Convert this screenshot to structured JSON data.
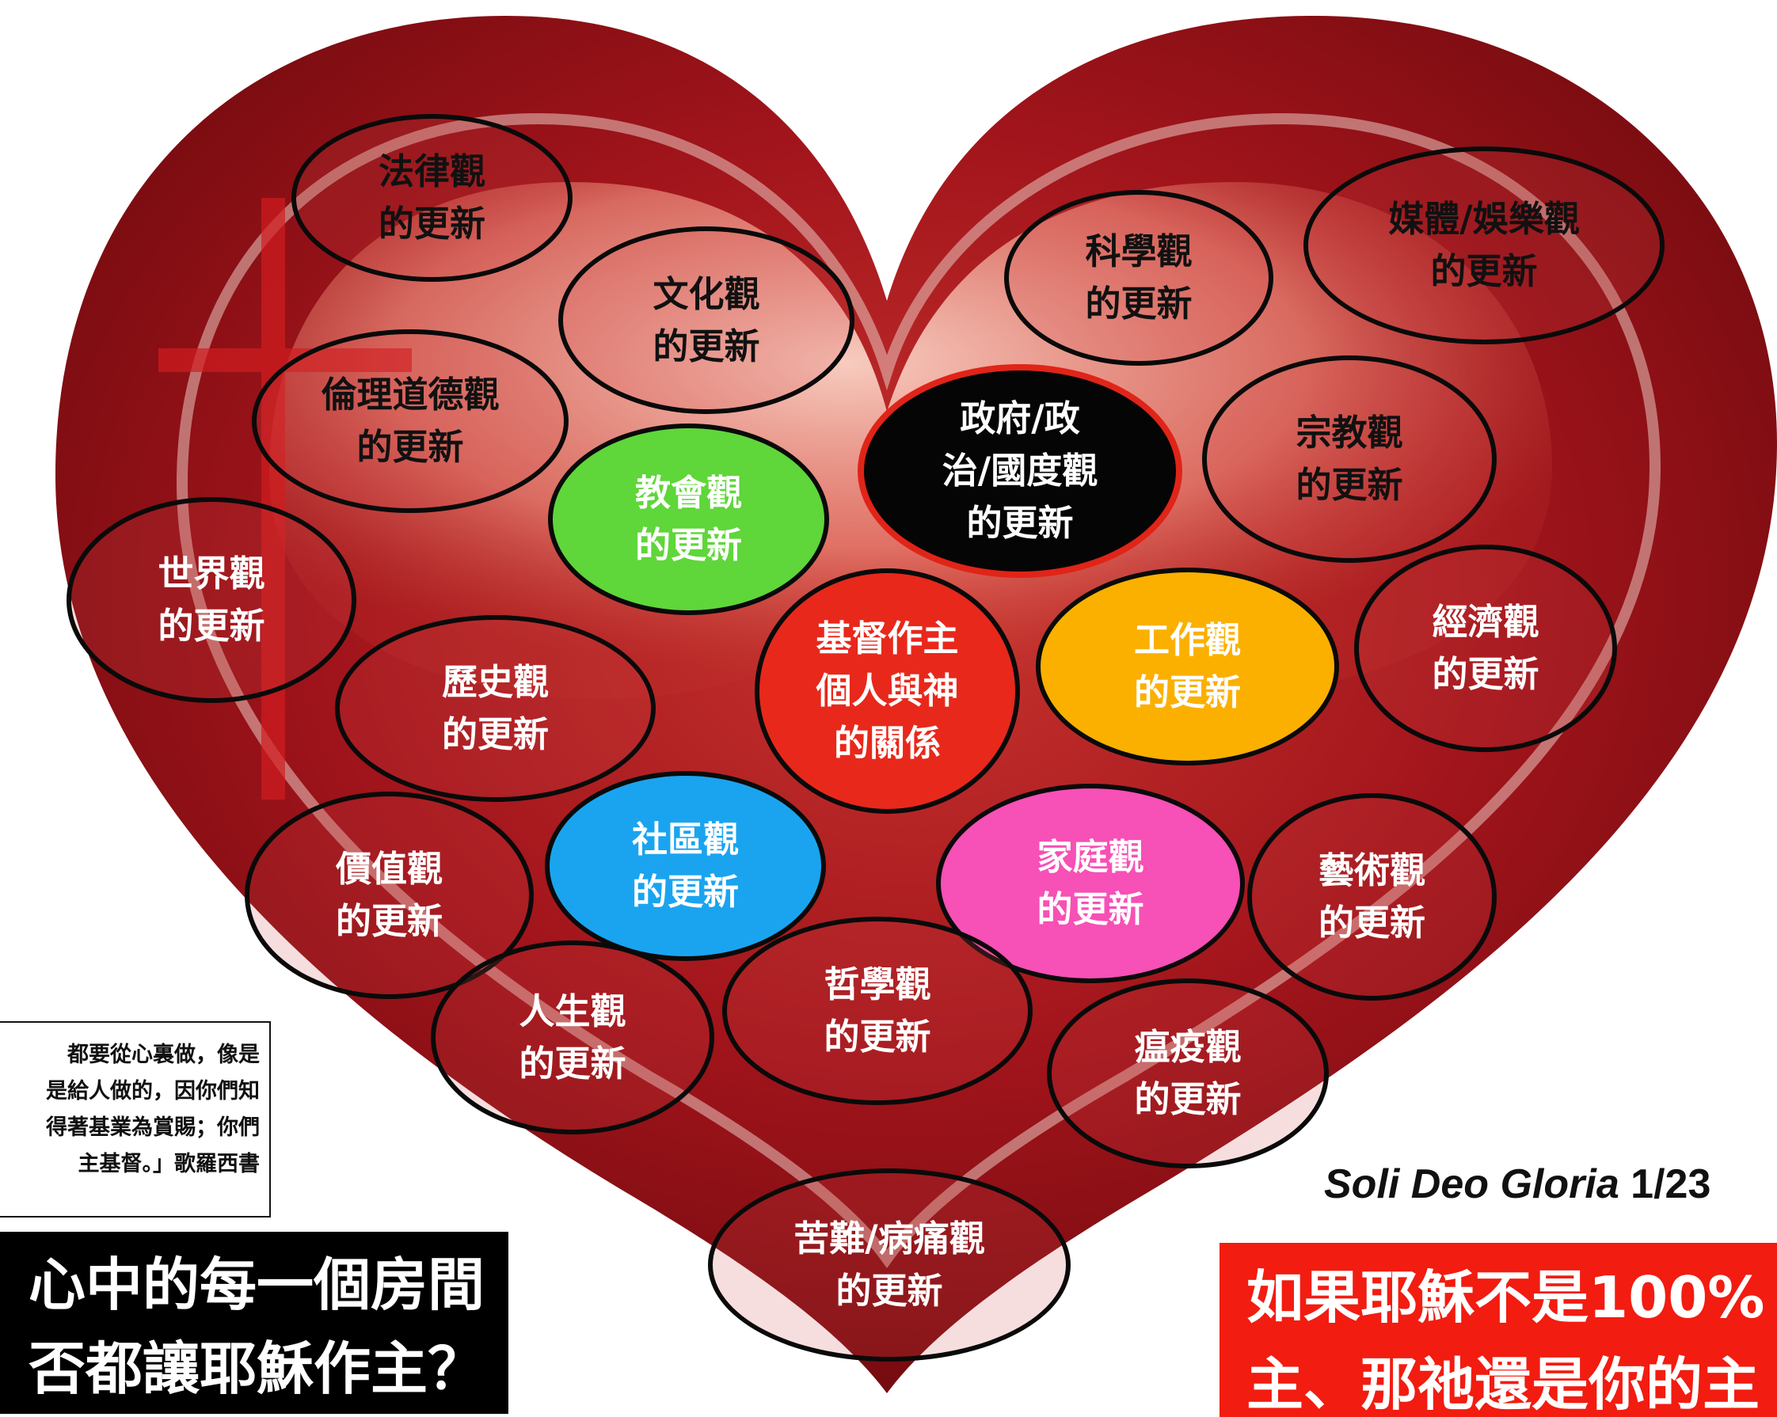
{
  "bubbles": [
    {
      "id": "law",
      "text": "法律觀\n的更新",
      "style": "plain",
      "tone": "light"
    },
    {
      "id": "culture",
      "text": "文化觀\n的更新",
      "style": "plain",
      "tone": "light"
    },
    {
      "id": "science",
      "text": "科學觀\n的更新",
      "style": "plain",
      "tone": "light"
    },
    {
      "id": "media",
      "text": "媒體/娛樂觀\n的更新",
      "style": "plain",
      "tone": "light"
    },
    {
      "id": "ethics",
      "text": "倫理道德觀\n的更新",
      "style": "plain",
      "tone": "light"
    },
    {
      "id": "government",
      "text": "政府/政\n治/國度觀\n的更新",
      "style": "black",
      "tone": "dark"
    },
    {
      "id": "religion",
      "text": "宗教觀\n的更新",
      "style": "plain",
      "tone": "light"
    },
    {
      "id": "church",
      "text": "教會觀\n的更新",
      "style": "green",
      "tone": "dark"
    },
    {
      "id": "world",
      "text": "世界觀\n的更新",
      "style": "plain",
      "tone": "dark"
    },
    {
      "id": "history",
      "text": "歷史觀\n的更新",
      "style": "plain",
      "tone": "dark"
    },
    {
      "id": "christ",
      "text": "基督作主\n個人與神\n的關係",
      "style": "red",
      "tone": "dark"
    },
    {
      "id": "work",
      "text": "工作觀\n的更新",
      "style": "orange",
      "tone": "dark"
    },
    {
      "id": "economy",
      "text": "經濟觀\n的更新",
      "style": "plain",
      "tone": "dark"
    },
    {
      "id": "values",
      "text": "價值觀\n的更新",
      "style": "plain",
      "tone": "dark"
    },
    {
      "id": "community",
      "text": "社區觀\n的更新",
      "style": "blue",
      "tone": "dark"
    },
    {
      "id": "family",
      "text": "家庭觀\n的更新",
      "style": "pink",
      "tone": "dark"
    },
    {
      "id": "art",
      "text": "藝術觀\n的更新",
      "style": "plain",
      "tone": "dark"
    },
    {
      "id": "life",
      "text": "人生觀\n的更新",
      "style": "plain",
      "tone": "dark"
    },
    {
      "id": "philosophy",
      "text": "哲學觀\n的更新",
      "style": "plain",
      "tone": "dark"
    },
    {
      "id": "plague",
      "text": "瘟疫觀\n的更新",
      "style": "plain",
      "tone": "dark"
    },
    {
      "id": "suffering",
      "text": "苦難/病痛觀\n的更新",
      "style": "plain",
      "tone": "dark"
    }
  ],
  "verse": "都要從心裏做，像是\n是給人做的，因你們知\n得著基業為賞賜；你們\n主基督。」歌羅西書",
  "question": "心中的每一個房間\n否都讓耶穌作主？",
  "signature": {
    "italic": "Soli Deo Gloria",
    "tail": " 1/23"
  },
  "answer": "如果耶穌不是100%\n主、那祂還是你的主",
  "colors": {
    "heart_dark": "#7d0c10",
    "heart_mid": "#b3151c",
    "heart_light": "#f2a89a",
    "black": "#050505",
    "green": "#5fd63a",
    "red": "#e8281b",
    "orange": "#fbb000",
    "blue": "#1aa4ef",
    "pink": "#f750b6",
    "answer_bg": "#f21c11"
  }
}
